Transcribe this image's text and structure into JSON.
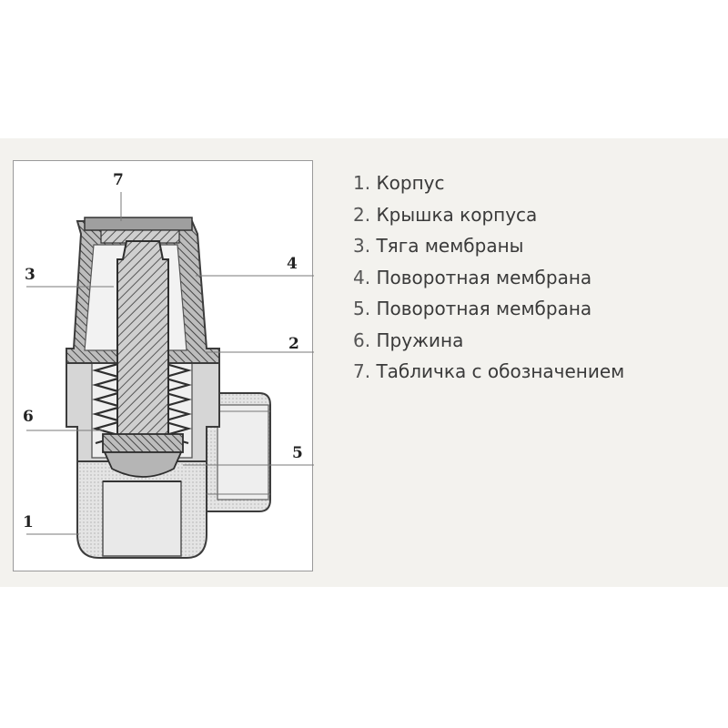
{
  "callouts": {
    "c1": "1",
    "c2": "2",
    "c3": "3",
    "c4": "4",
    "c5": "5",
    "c6": "6",
    "c7": "7"
  },
  "legend": [
    {
      "num": "1.",
      "text": "Корпус"
    },
    {
      "num": "2.",
      "text": "Крышка корпуса"
    },
    {
      "num": "3.",
      "text": "Тяга мембраны"
    },
    {
      "num": "4.",
      "text": "Поворотная мембрана"
    },
    {
      "num": "5.",
      "text": "Поворотная мембрана"
    },
    {
      "num": "6.",
      "text": "Пружина"
    },
    {
      "num": "7.",
      "text": "Табличка с обозначением"
    }
  ],
  "colors": {
    "band": "#f3f2ee",
    "line": "#3c3c3c",
    "body": "#d8d8d8",
    "cap": "#b9b9b9",
    "text": "#3a3a3a"
  }
}
